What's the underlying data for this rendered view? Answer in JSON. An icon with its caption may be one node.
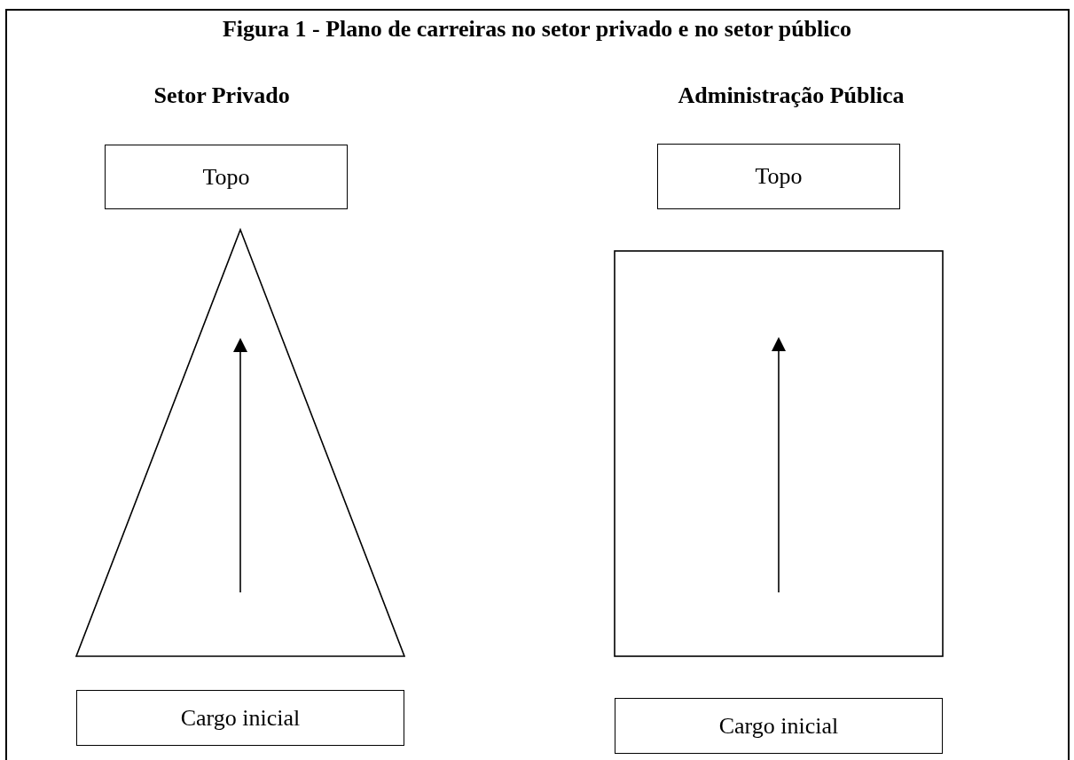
{
  "diagram": {
    "title": "Figura 1 - Plano de carreiras no setor privado e no setor público",
    "nodes": [
      {
        "text": [
          "Topo"
        ]
      },
      {
        "text": [],
        "shape": "triangle"
      },
      {
        "text": [
          "Cargo inicial"
        ]
      },
      {
        "text": [
          "Topo"
        ]
      },
      {
        "text": [],
        "shape": "box"
      },
      {
        "text": [
          "Cargo inicial"
        ]
      }
    ],
    "labels": [
      "Setor Privado",
      "Administração Pública"
    ]
  }
}
